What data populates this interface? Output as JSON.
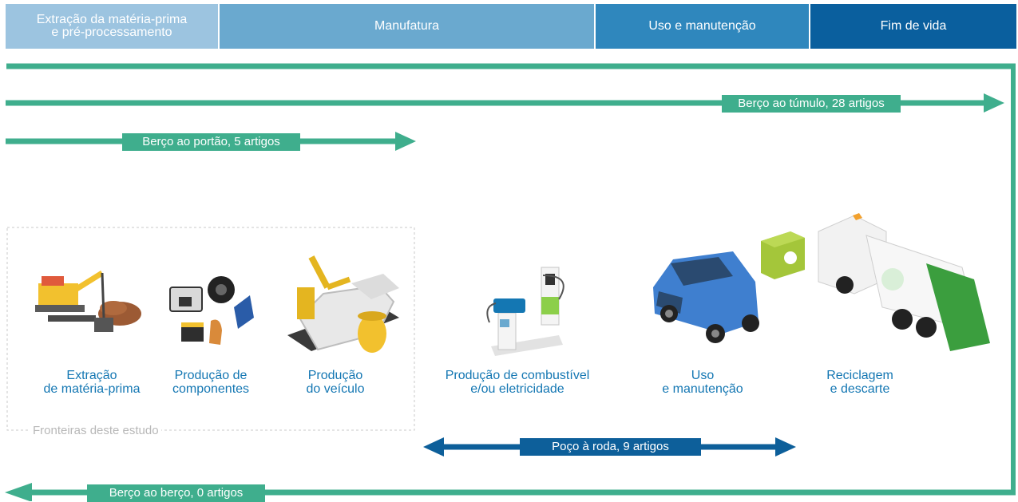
{
  "stages": [
    {
      "line1": "Extração da matéria-prima",
      "line2": "e pré-processamento"
    },
    {
      "label": "Manufatura"
    },
    {
      "label": "Uso e manutenção"
    },
    {
      "label": "Fim de vida"
    }
  ],
  "arrows": {
    "cradle_to_grave": "Berço ao túmulo, 28 artigos",
    "cradle_to_gate": "Berço ao portão, 5 artigos",
    "well_to_wheel": "Poço à roda, 9 artigos",
    "cradle_to_cradle": "Berço ao berço, 0 artigos"
  },
  "boundary_label": "Fronteiras deste estudo",
  "steps": [
    {
      "line1": "Extração",
      "line2": "de matéria-prima",
      "icon": "mining-excavator-icon"
    },
    {
      "line1": "Produção de",
      "line2": "componentes",
      "icon": "car-components-icon"
    },
    {
      "line1": "Produção",
      "line2": "do veículo",
      "icon": "robotic-assembly-icon"
    },
    {
      "line1": "Produção de combustível",
      "line2": "e/ou eletricidade",
      "icon": "fuel-charging-station-icon"
    },
    {
      "line1": "Uso",
      "line2": "e manutenção",
      "icon": "blue-suv-icon"
    },
    {
      "line1": "Reciclagem",
      "line2": "e descarte",
      "icon": "garbage-truck-icon"
    }
  ],
  "colors": {
    "teal": "#3fae8d",
    "dark_blue": "#0d5f9a",
    "label_blue": "#1477b3"
  }
}
